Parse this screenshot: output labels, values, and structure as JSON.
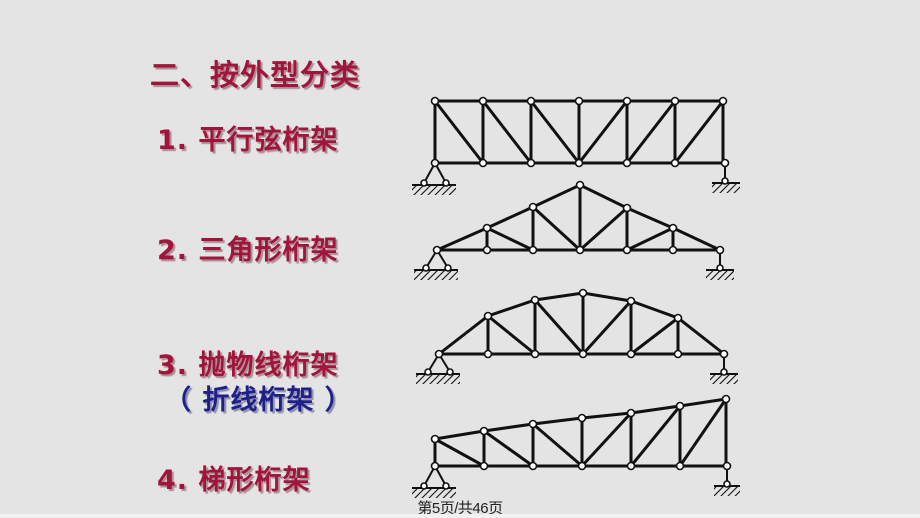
{
  "slide": {
    "section_title": "二、按外型分类",
    "items": [
      {
        "label": "1. 平行弦桁架",
        "diagram": "parallel-chord-truss"
      },
      {
        "label": "2. 三角形桁架",
        "diagram": "triangular-truss"
      },
      {
        "label": "3. 抛物线桁架",
        "sublabel": "（ 折线桁架 ）",
        "diagram": "parabolic-truss"
      },
      {
        "label": "4. 梯形桁架",
        "diagram": "trapezoidal-truss"
      }
    ],
    "footer": "第5页/共46页",
    "colors": {
      "background": "#e4e4e4",
      "heading": "#a3143c",
      "subheading": "#1c1f8c",
      "line": "#111111"
    }
  }
}
